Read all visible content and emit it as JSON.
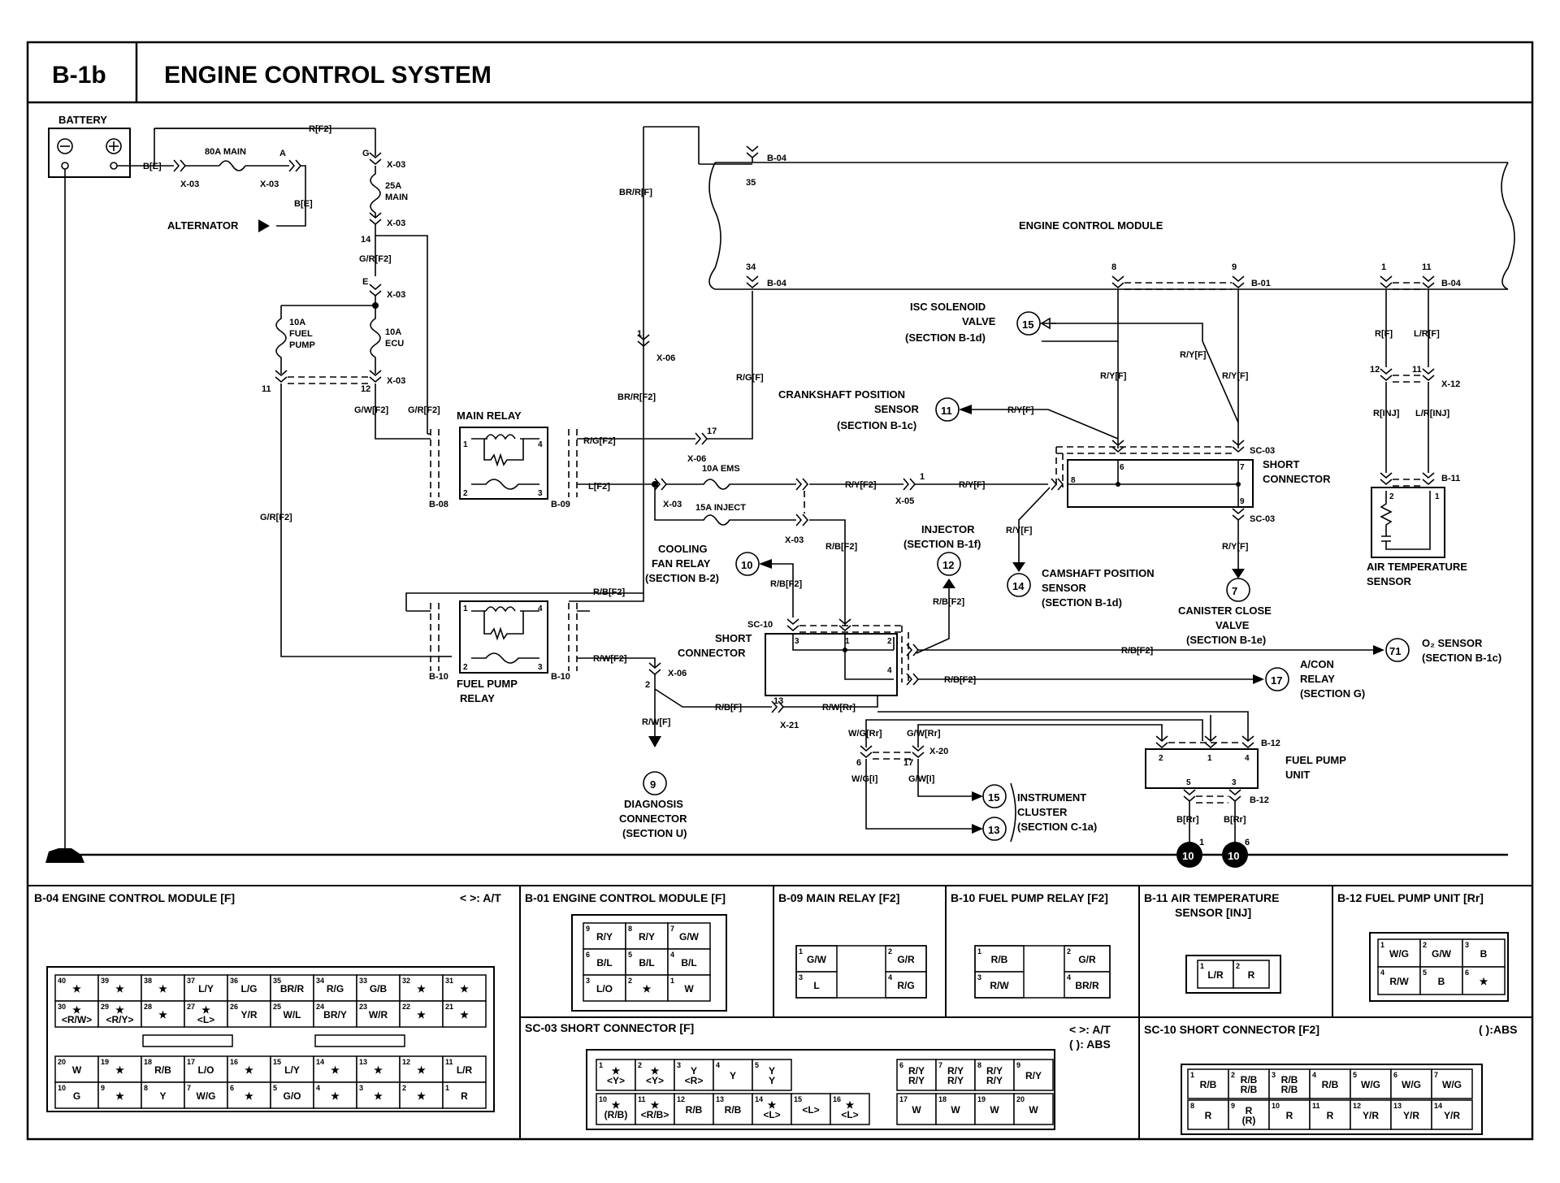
{
  "header": {
    "code": "B-1b",
    "title": "ENGINE CONTROL SYSTEM"
  },
  "labels": {
    "battery": "BATTERY",
    "main80": "80A MAIN",
    "pinA": "A",
    "bE": "B[E]",
    "bE2": "B[E]",
    "x03a": "X-03",
    "x03b": "X-03",
    "alternator": "ALTERNATOR",
    "rF2": "R[F2]",
    "g": "G",
    "x03c": "X-03",
    "main25": "25A",
    "main25b": "MAIN",
    "x03d": "X-03",
    "p14": "14",
    "grF2top": "G/R[F2]",
    "e": "E",
    "x03e": "X-03",
    "fuel10": "10A",
    "fuel10b": "FUEL",
    "fuel10c": "PUMP",
    "ecu10": "10A",
    "ecu10b": "ECU",
    "p11": "11",
    "p12": "12",
    "x03f": "X-03",
    "gwF2": "G/W[F2]",
    "grF2mid": "G/R[F2]",
    "mainRelay": "MAIN RELAY",
    "grF2left": "G/R[F2]",
    "brrF": "BR/R[F]",
    "brrF2": "BR/R[F2]",
    "x06a": "X-06",
    "p1a": "1",
    "rgF": "R/G[F]",
    "rgF2": "R/G[F2]",
    "p17": "17",
    "x06b": "X-06",
    "lF2": "L[F2]",
    "x03g": "X-03",
    "ems10": "10A EMS",
    "inject15": "15A INJECT",
    "x03h": "X-03",
    "b08": "B-08",
    "b09": "B-09",
    "b04top": "B-04",
    "p35": "35",
    "ecm": "ENGINE CONTROL MODULE",
    "p34": "34",
    "b04mid": "B-04",
    "p8": "8",
    "p9": "9",
    "b01": "B-01",
    "p1b": "1",
    "p11b": "11",
    "b04r": "B-04",
    "iscSol": "ISC SOLENOID",
    "iscSol2": "VALVE",
    "iscSol3": "(SECTION B-1d)",
    "ryF1": "R/Y[F]",
    "ryF2": "R/Y[F]",
    "ryF3": "R/Y[F]",
    "rF": "R[F]",
    "lrF": "L/R[F]",
    "p12b": "12",
    "p11c": "11",
    "x12": "X-12",
    "rINJ": "R[INJ]",
    "lrINJ": "L/R[INJ]",
    "crank1": "CRANKSHAFT POSITION",
    "crank2": "SENSOR",
    "crank3": "(SECTION B-1c)",
    "ryF4": "R/Y[F]",
    "sc03a": "SC-03",
    "shortConn": "SHORT",
    "shortConn2": "CONNECTOR",
    "p6": "6",
    "p7": "7",
    "p8b": "8",
    "p9b": "9",
    "sc03b": "SC-03",
    "ryF2b": "R/Y[F2]",
    "p1c": "1",
    "x05": "X-05",
    "ryF5": "R/Y[F]",
    "ryF6": "R/Y[F]",
    "ryF7": "R/Y[F]",
    "b11": "B-11",
    "p2": "2",
    "p1d": "1",
    "airTemp": "AIR TEMPERATURE",
    "airTemp2": "SENSOR",
    "injector": "INJECTOR",
    "injector2": "(SECTION B-1f)",
    "rbF2a": "R/B[F2]",
    "cam1": "CAMSHAFT POSITION",
    "cam2": "SENSOR",
    "cam3": "(SECTION B-1d)",
    "canister": "CANISTER CLOSE",
    "canister2": "VALVE",
    "canister3": "(SECTION B-1e)",
    "cooling": "COOLING",
    "cooling2": "FAN RELAY",
    "cooling3": "(SECTION B-2)",
    "rbF2b": "R/B[F2]",
    "rbF2c": "R/B[F2]",
    "rbF2d": "R/B[F2]",
    "rbF2e": "R/B[F2]",
    "rbF2f": "R/B[F2]",
    "sc10": "SC-10",
    "short10": "SHORT",
    "short10b": "CONNECTOR",
    "p3": "3",
    "p1e": "1",
    "p2b": "2",
    "p4": "4",
    "o2": "O₂ SENSOR",
    "o2b": "(SECTION B-1c)",
    "acon": "A/CON",
    "acon2": "RELAY",
    "acon3": "(SECTION G)",
    "b10a": "B-10",
    "b10b": "B-10",
    "fuelRelay": "FUEL PUMP",
    "fuelRelay2": "RELAY",
    "rwF2": "R/W[F2]",
    "x06c": "X-06",
    "p2c": "2",
    "rwF": "R/W[F]",
    "rbF": "R/B[F]",
    "p13": "13",
    "x21": "X-21",
    "rwRr": "R/W[Rr]",
    "diag": "DIAGNOSIS",
    "diag2": "CONNECTOR",
    "diag3": "(SECTION U)",
    "wgRr": "W/G[Rr]",
    "gwRr": "G/W[Rr]",
    "x20": "X-20",
    "p6b": "6",
    "p17b": "17",
    "wgI": "W/G[I]",
    "gwI": "G/W[I]",
    "instr": "INSTRUMENT",
    "instr2": "CLUSTER",
    "instr3": "(SECTION C-1a)",
    "b12a": "B-12",
    "b12b": "B-12",
    "fpu": "FUEL PUMP",
    "fpu2": "UNIT",
    "p2d": "2",
    "p1f": "1",
    "p4b": "4",
    "p5": "5",
    "p3b": "3",
    "bRr1": "B[Rr]",
    "bRr2": "B[Rr]",
    "p1g": "1",
    "p6c": "6"
  },
  "refs": {
    "r15a": "15",
    "r11": "11",
    "r12": "12",
    "r14": "14",
    "r7": "7",
    "r10a": "10",
    "r71": "71",
    "r17": "17",
    "r9": "9",
    "r15b": "15",
    "r13": "13",
    "g10a": "10",
    "g10b": "10"
  },
  "panels": {
    "b04": {
      "title": "B-04 ENGINE CONTROL MODULE [F]",
      "note": "< >: A/T",
      "row1": [
        [
          "40",
          "★"
        ],
        [
          "39",
          "★"
        ],
        [
          "38",
          "★"
        ],
        [
          "37",
          "L/Y"
        ],
        [
          "36",
          "L/G"
        ],
        [
          "35",
          "BR/R"
        ],
        [
          "34",
          "R/G"
        ],
        [
          "33",
          "G/B"
        ],
        [
          "32",
          "★"
        ],
        [
          "31",
          "★"
        ]
      ],
      "row2": [
        [
          "30",
          "★ <R/W>"
        ],
        [
          "29",
          "★ <R/Y>"
        ],
        [
          "28",
          "★"
        ],
        [
          "27",
          "★ <L>"
        ],
        [
          "26",
          "Y/R"
        ],
        [
          "25",
          "W/L"
        ],
        [
          "24",
          "BR/Y"
        ],
        [
          "23",
          "W/R"
        ],
        [
          "22",
          "★"
        ],
        [
          "21",
          "★"
        ]
      ],
      "row3": [
        [
          "20",
          "W"
        ],
        [
          "19",
          "★"
        ],
        [
          "18",
          "R/B"
        ],
        [
          "17",
          "L/O"
        ],
        [
          "16",
          "★"
        ],
        [
          "15",
          "L/Y"
        ],
        [
          "14",
          "★"
        ],
        [
          "13",
          "★"
        ],
        [
          "12",
          "★"
        ],
        [
          "11",
          "L/R"
        ]
      ],
      "row4": [
        [
          "10",
          "G"
        ],
        [
          "9",
          "★"
        ],
        [
          "8",
          "Y"
        ],
        [
          "7",
          "W/G"
        ],
        [
          "6",
          "★"
        ],
        [
          "5",
          "G/O"
        ],
        [
          "4",
          "★"
        ],
        [
          "3",
          "★"
        ],
        [
          "2",
          "★"
        ],
        [
          "1",
          "R"
        ]
      ]
    },
    "b01": {
      "title": "B-01 ENGINE CONTROL MODULE [F]",
      "rows": [
        [
          [
            "9",
            "R/Y"
          ],
          [
            "8",
            "R/Y"
          ],
          [
            "7",
            "G/W"
          ]
        ],
        [
          [
            "6",
            "B/L"
          ],
          [
            "5",
            "B/L"
          ],
          [
            "4",
            "B/L"
          ]
        ],
        [
          [
            "3",
            "L/O"
          ],
          [
            "2",
            "★"
          ],
          [
            "1",
            "W"
          ]
        ]
      ]
    },
    "b09": {
      "title": "B-09 MAIN RELAY [F2]",
      "cells": [
        [
          "1",
          "G/W"
        ],
        [
          "2",
          "G/R"
        ],
        [
          "3",
          "L"
        ],
        [
          "4",
          "R/G"
        ]
      ]
    },
    "b10": {
      "title": "B-10 FUEL PUMP RELAY [F2]",
      "cells": [
        [
          "1",
          "R/B"
        ],
        [
          "2",
          "G/R"
        ],
        [
          "3",
          "R/W"
        ],
        [
          "4",
          "BR/R"
        ]
      ]
    },
    "b11": {
      "title": "B-11 AIR TEMPERATURE",
      "title2": "SENSOR [INJ]",
      "cells": [
        [
          "1",
          "L/R"
        ],
        [
          "2",
          "R"
        ]
      ]
    },
    "b12": {
      "title": "B-12 FUEL PUMP UNIT [Rr]",
      "cells": [
        [
          "1",
          "W/G"
        ],
        [
          "2",
          "G/W"
        ],
        [
          "3",
          "B"
        ],
        [
          "4",
          "R/W"
        ],
        [
          "5",
          "B"
        ],
        [
          "6",
          "★"
        ]
      ]
    },
    "sc03": {
      "title": "SC-03 SHORT CONNECTOR [F]",
      "note1": "< >: A/T",
      "note2": "(   ): ABS",
      "left1": [
        [
          "1",
          "★ <Y>"
        ],
        [
          "2",
          "★ <Y>"
        ],
        [
          "3",
          "Y <R>"
        ],
        [
          "4",
          "Y"
        ],
        [
          "5",
          "Y Y"
        ]
      ],
      "left2": [
        [
          "10",
          "★ (R/B)"
        ],
        [
          "11",
          "★ <R/B>"
        ],
        [
          "12",
          "R/B"
        ],
        [
          "13",
          "R/B"
        ],
        [
          "14",
          "★ <L>"
        ],
        [
          "15",
          "<L>"
        ],
        [
          "16",
          "★ <L>"
        ]
      ],
      "right1": [
        [
          "6",
          "R/Y R/Y"
        ],
        [
          "7",
          "R/Y R/Y"
        ],
        [
          "8",
          "R/Y R/Y"
        ],
        [
          "9",
          "R/Y"
        ]
      ],
      "right2": [
        [
          "17",
          "W"
        ],
        [
          "18",
          "W"
        ],
        [
          "19",
          "W"
        ],
        [
          "20",
          "W"
        ]
      ]
    },
    "sc10": {
      "title": "SC-10 SHORT CONNECTOR [F2]",
      "note": "(   ):ABS",
      "row1": [
        [
          "1",
          "R/B"
        ],
        [
          "2",
          "R/B R/B"
        ],
        [
          "3",
          "R/B R/B"
        ],
        [
          "4",
          "R/B"
        ],
        [
          "5",
          "W/G"
        ],
        [
          "6",
          "W/G"
        ],
        [
          "7",
          "W/G"
        ]
      ],
      "row2": [
        [
          "8",
          "R"
        ],
        [
          "9",
          "R (R)"
        ],
        [
          "10",
          "R"
        ],
        [
          "11",
          "R"
        ],
        [
          "12",
          "Y/R"
        ],
        [
          "13",
          "Y/R"
        ],
        [
          "14",
          "Y/R"
        ]
      ]
    }
  }
}
